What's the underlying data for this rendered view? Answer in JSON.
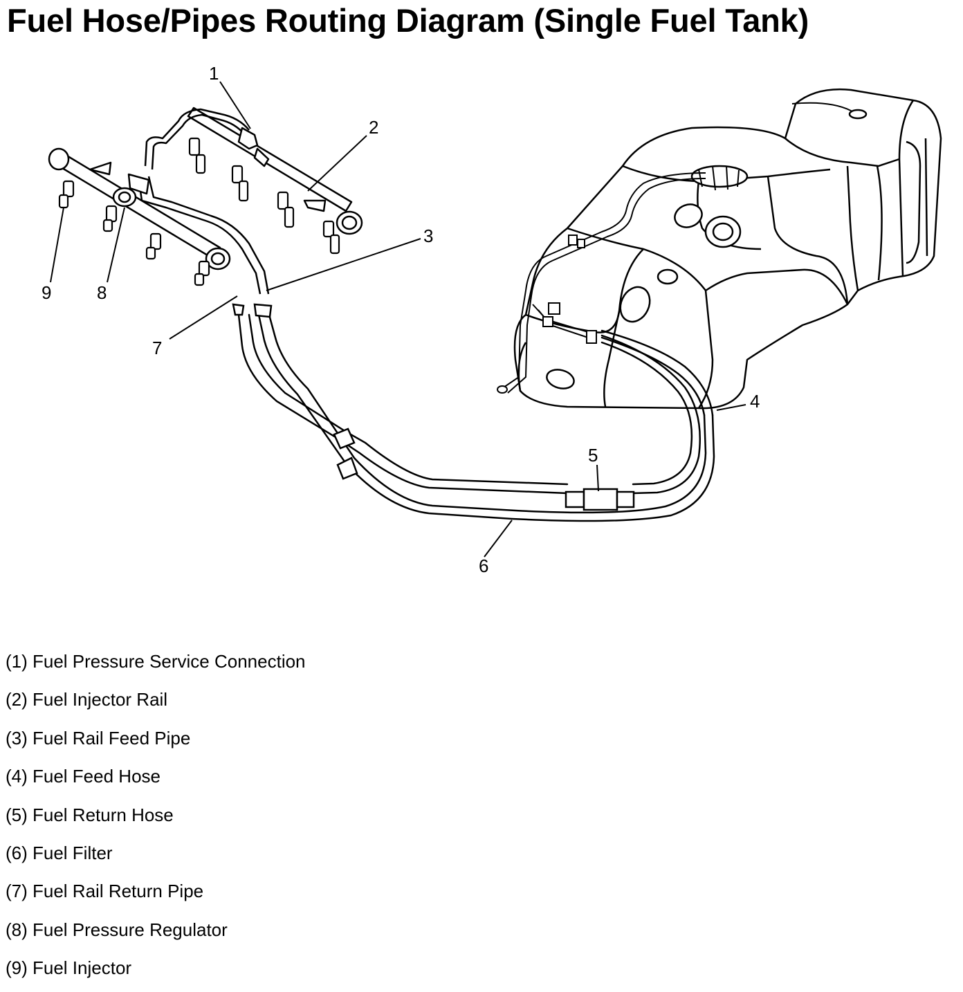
{
  "title": "Fuel Hose/Pipes Routing Diagram (Single Fuel Tank)",
  "callouts": {
    "c1": "1",
    "c2": "2",
    "c3": "3",
    "c4": "4",
    "c5": "5",
    "c6": "6",
    "c7": "7",
    "c8": "8",
    "c9": "9"
  },
  "legend": [
    {
      "label": "(1) Fuel Pressure Service Connection"
    },
    {
      "label": "(2) Fuel Injector Rail"
    },
    {
      "label": "(3) Fuel Rail Feed Pipe"
    },
    {
      "label": "(4) Fuel Feed Hose"
    },
    {
      "label": "(5) Fuel Return Hose"
    },
    {
      "label": "(6) Fuel Filter"
    },
    {
      "label": "(7) Fuel Rail Return Pipe"
    },
    {
      "label": "(8) Fuel Pressure Regulator"
    },
    {
      "label": "(9) Fuel Injector"
    }
  ]
}
